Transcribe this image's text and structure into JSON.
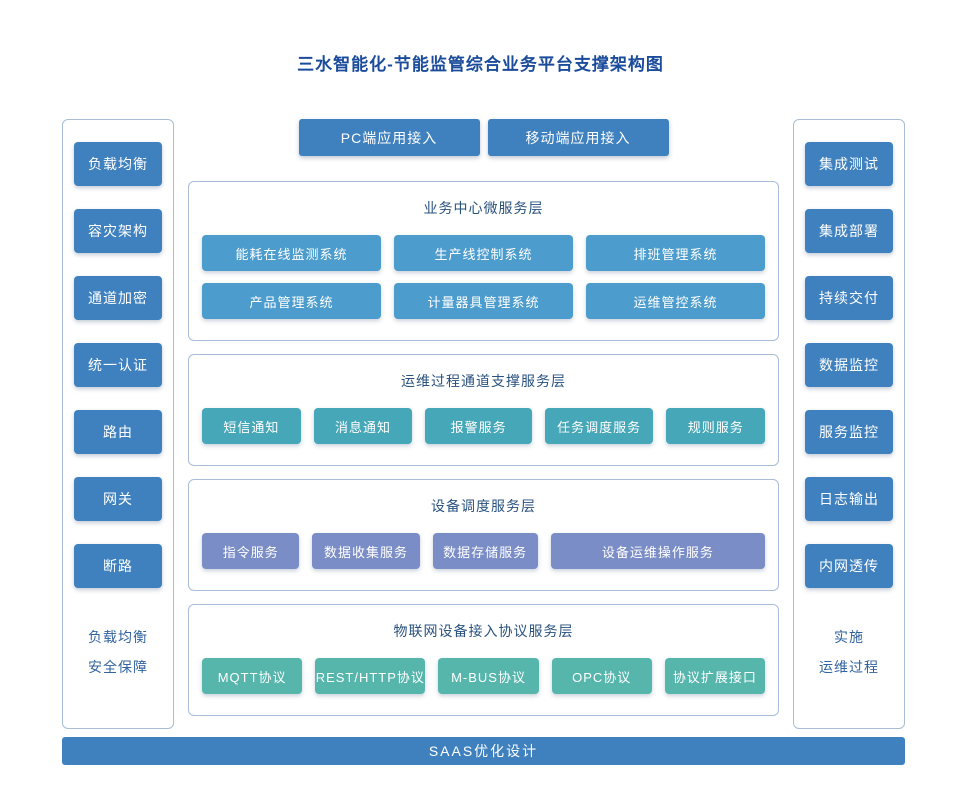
{
  "title": "三水智能化-节能监管综合业务平台支撑架构图",
  "top_access": {
    "pc": "PC端应用接入",
    "mobile": "移动端应用接入"
  },
  "left_panel": {
    "items": [
      "负载均衡",
      "容灾架构",
      "通道加密",
      "统一认证",
      "路由",
      "网关",
      "断路"
    ],
    "footer_line1": "负载均衡",
    "footer_line2": "安全保障"
  },
  "right_panel": {
    "items": [
      "集成测试",
      "集成部署",
      "持续交付",
      "数据监控",
      "服务监控",
      "日志输出",
      "内网透传"
    ],
    "footer_line1": "实施",
    "footer_line2": "运维过程"
  },
  "layers": {
    "business": {
      "title": "业务中心微服务层",
      "items": [
        "能耗在线监测系统",
        "生产线控制系统",
        "排班管理系统",
        "产品管理系统",
        "计量器具管理系统",
        "运维管控系统"
      ]
    },
    "channel": {
      "title": "运维过程通道支撑服务层",
      "items": [
        "短信通知",
        "消息通知",
        "报警服务",
        "任务调度服务",
        "规则服务"
      ]
    },
    "dispatch": {
      "title": "设备调度服务层",
      "items": [
        "指令服务",
        "数据收集服务",
        "数据存储服务",
        "设备运维操作服务"
      ]
    },
    "iot": {
      "title": "物联网设备接入协议服务层",
      "items": [
        "MQTT协议",
        "REST/HTTP协议",
        "M-BUS协议",
        "OPC协议",
        "协议扩展接口"
      ]
    }
  },
  "bottom_bar": "SAAS优化设计",
  "colors": {
    "title_text": "#1b4c9b",
    "primary_blue": "#3f80be",
    "business_item": "#4c9ccd",
    "channel_item": "#46a7b8",
    "dispatch_item": "#7b8dc6",
    "iot_item": "#56b6ac",
    "panel_border": "#a9bdd8",
    "footer_text": "#31639f",
    "layer_title_text": "#29527f"
  }
}
